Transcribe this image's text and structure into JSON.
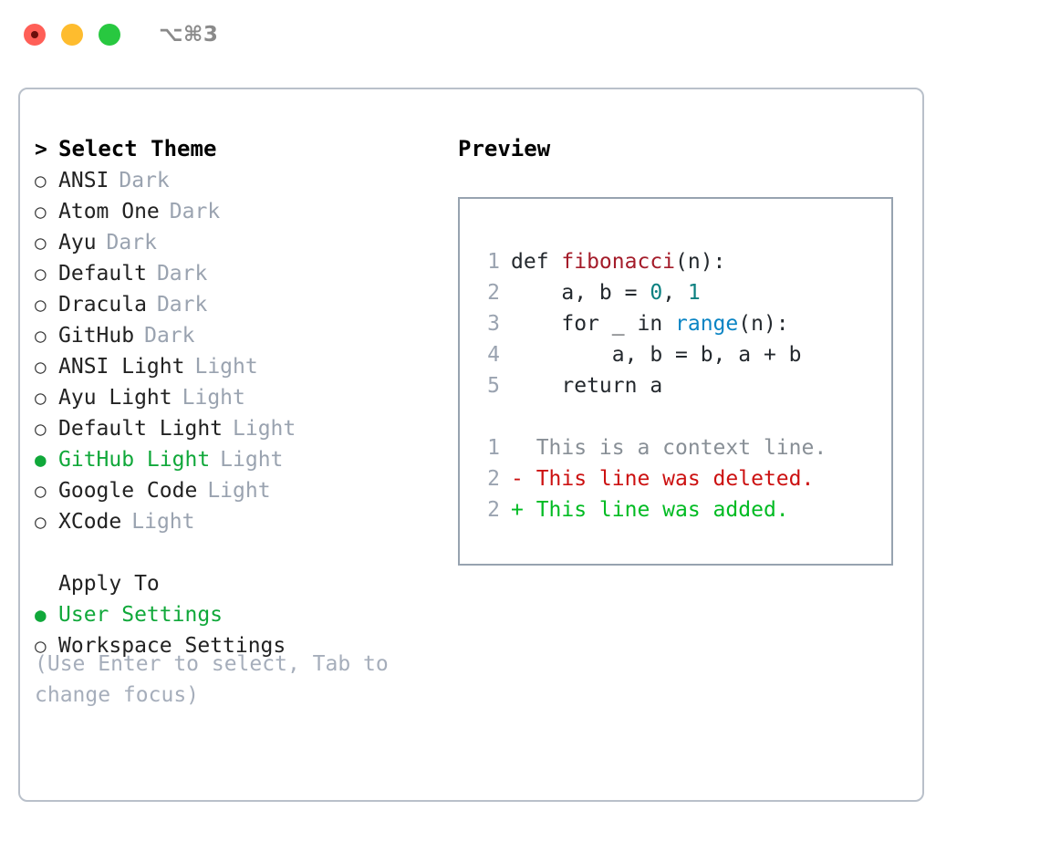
{
  "titlebar": {
    "shortcut": "⌥⌘3",
    "lights": [
      {
        "name": "close",
        "color": "#ff5f57"
      },
      {
        "name": "minimize",
        "color": "#febc2e"
      },
      {
        "name": "zoom",
        "color": "#28c840"
      }
    ]
  },
  "theme_picker": {
    "heading_marker": ">",
    "heading": "Select Theme",
    "items": [
      {
        "marker": "○",
        "label": "ANSI",
        "variant": "Dark",
        "selected": false
      },
      {
        "marker": "○",
        "label": "Atom One",
        "variant": "Dark",
        "selected": false
      },
      {
        "marker": "○",
        "label": "Ayu",
        "variant": "Dark",
        "selected": false
      },
      {
        "marker": "○",
        "label": "Default",
        "variant": "Dark",
        "selected": false
      },
      {
        "marker": "○",
        "label": "Dracula",
        "variant": "Dark",
        "selected": false
      },
      {
        "marker": "○",
        "label": "GitHub",
        "variant": "Dark",
        "selected": false
      },
      {
        "marker": "○",
        "label": "ANSI Light",
        "variant": "Light",
        "selected": false
      },
      {
        "marker": "○",
        "label": "Ayu Light",
        "variant": "Light",
        "selected": false
      },
      {
        "marker": "○",
        "label": "Default Light",
        "variant": "Light",
        "selected": false
      },
      {
        "marker": "●",
        "label": "GitHub Light",
        "variant": "Light",
        "selected": true
      },
      {
        "marker": "○",
        "label": "Google Code",
        "variant": "Light",
        "selected": false
      },
      {
        "marker": "○",
        "label": "XCode",
        "variant": "Light",
        "selected": false
      }
    ]
  },
  "apply_to": {
    "heading": "Apply To",
    "items": [
      {
        "marker": "●",
        "label": "User Settings",
        "selected": true
      },
      {
        "marker": "○",
        "label": "Workspace Settings",
        "selected": false
      }
    ]
  },
  "hint": "(Use Enter to select, Tab to change focus)",
  "preview": {
    "title": "Preview",
    "code_lines": [
      {
        "num": "1",
        "tokens": [
          {
            "t": "def ",
            "c": "code-text"
          },
          {
            "t": "fibonacci",
            "c": "tok-fn"
          },
          {
            "t": "(n):",
            "c": "code-text"
          }
        ]
      },
      {
        "num": "2",
        "tokens": [
          {
            "t": "    a, b = ",
            "c": "code-text"
          },
          {
            "t": "0",
            "c": "tok-num"
          },
          {
            "t": ", ",
            "c": "code-text"
          },
          {
            "t": "1",
            "c": "tok-num"
          }
        ]
      },
      {
        "num": "3",
        "tokens": [
          {
            "t": "    for _ in ",
            "c": "code-text"
          },
          {
            "t": "range",
            "c": "tok-call"
          },
          {
            "t": "(n):",
            "c": "code-text"
          }
        ]
      },
      {
        "num": "4",
        "tokens": [
          {
            "t": "        a, b = b, a + b",
            "c": "code-text"
          }
        ]
      },
      {
        "num": "5",
        "tokens": [
          {
            "t": "    return a",
            "c": "code-text"
          }
        ]
      }
    ],
    "diff_lines": [
      {
        "num": "1",
        "text": "  This is a context line.",
        "kind": "context"
      },
      {
        "num": "2",
        "text": "- This line was deleted.",
        "kind": "deleted"
      },
      {
        "num": "2",
        "text": "+ This line was added.",
        "kind": "added"
      }
    ]
  },
  "colors": {
    "accent_green": "#10a83a",
    "muted": "#9aa3b0",
    "panel_border": "#b9c0ca",
    "preview_border": "#97a3b0",
    "fn_red": "#a41c2a",
    "num_teal": "#0b8080",
    "call_blue": "#0a84c4",
    "diff_deleted": "#cc1111",
    "diff_added": "#00bb22"
  }
}
